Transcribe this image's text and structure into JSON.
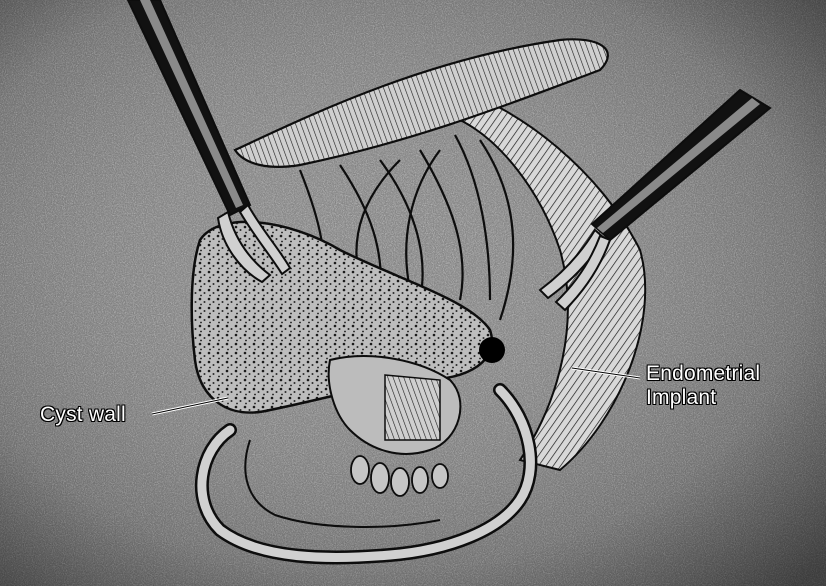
{
  "labels": {
    "cyst_wall": "Cyst wall",
    "endometrial_line1": "Endometrial",
    "endometrial_line2": "Implant"
  },
  "colors": {
    "background_dark": "#3a3a3a",
    "background_light": "#9a9a9a",
    "line_ink": "#0d0d0d",
    "tissue_fill": "#c9c9c9",
    "implant": "#000000",
    "label_text": "#ffffff"
  },
  "icons": {
    "left_instrument": "laparoscopic-grasper-icon",
    "right_instrument": "laparoscopic-grasper-icon",
    "implant": "black-dot-icon"
  }
}
